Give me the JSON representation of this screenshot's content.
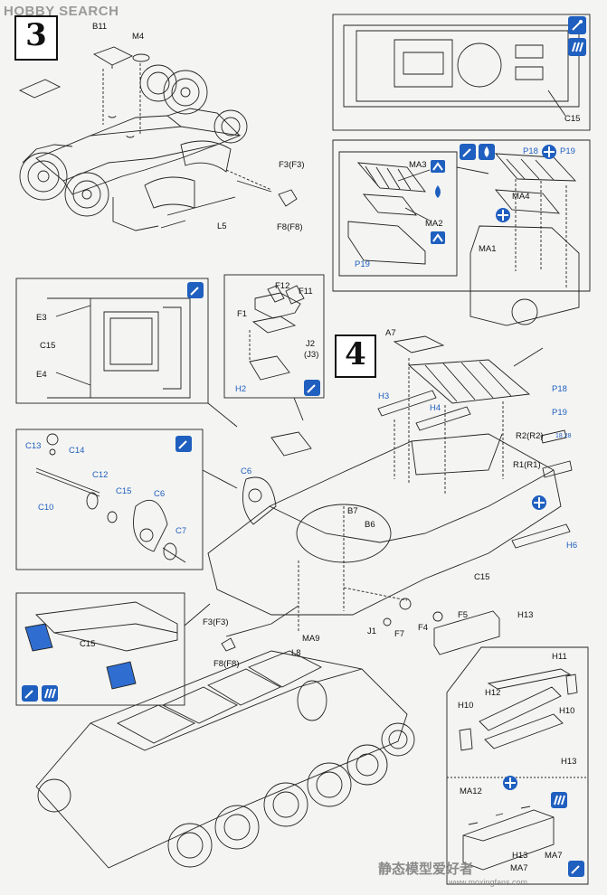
{
  "watermark": {
    "top": "HOBBY SEARCH",
    "bottom": "静态模型爱好者",
    "url": "www.moxingfans.com"
  },
  "steps": [
    {
      "number": "3"
    },
    {
      "number": "4"
    }
  ],
  "labels": {
    "B11": "B11",
    "M4": "M4",
    "F3_top": "F3(F3)",
    "L5": "L5",
    "F8_top": "F8(F8)",
    "C15_topright": "C15",
    "MA3": "MA3",
    "MA2": "MA2",
    "P19_left": "P19",
    "P18_right": "P18",
    "P19_right": "P19",
    "MA4": "MA4",
    "MA1": "MA1",
    "E3": "E3",
    "C15_left": "C15",
    "E4": "E4",
    "F12": "F12",
    "F11": "F11",
    "F1": "F1",
    "J2": "J2",
    "J3": "(J3)",
    "H2": "H2",
    "A7": "A7",
    "H3": "H3",
    "H4": "H4",
    "P18_mid": "P18",
    "P19_mid": "P19",
    "R2": "R2(R2)",
    "R1": "R1(R1)",
    "H6": "H6",
    "C15_main": "C15",
    "B7": "B7",
    "B6": "B6",
    "C6_main": "C6",
    "C13": "C13",
    "C14": "C14",
    "C10": "C10",
    "C12": "C12",
    "C15_detail": "C15",
    "C6_detail": "C6",
    "C7": "C7",
    "F5": "F5",
    "F4": "F4",
    "F7": "F7",
    "J1": "J1",
    "H13_main": "H13",
    "F3_mid": "F3(F3)",
    "F8_mid": "F8(F8)",
    "MA9": "MA9",
    "L8": "L8",
    "C15_blue": "C15",
    "H11": "H11",
    "H12": "H12",
    "H10_left": "H10",
    "H10_right": "H10",
    "H13_box": "H13",
    "MA12": "MA12",
    "H13_bottom": "H13",
    "MA7_right": "MA7",
    "MA7_bottom": "MA7",
    "sprue_ref": "18 28"
  },
  "colors": {
    "accent_blue": "#1f5fbf",
    "part_blue": "#2f6ed0",
    "line": "#222222"
  }
}
